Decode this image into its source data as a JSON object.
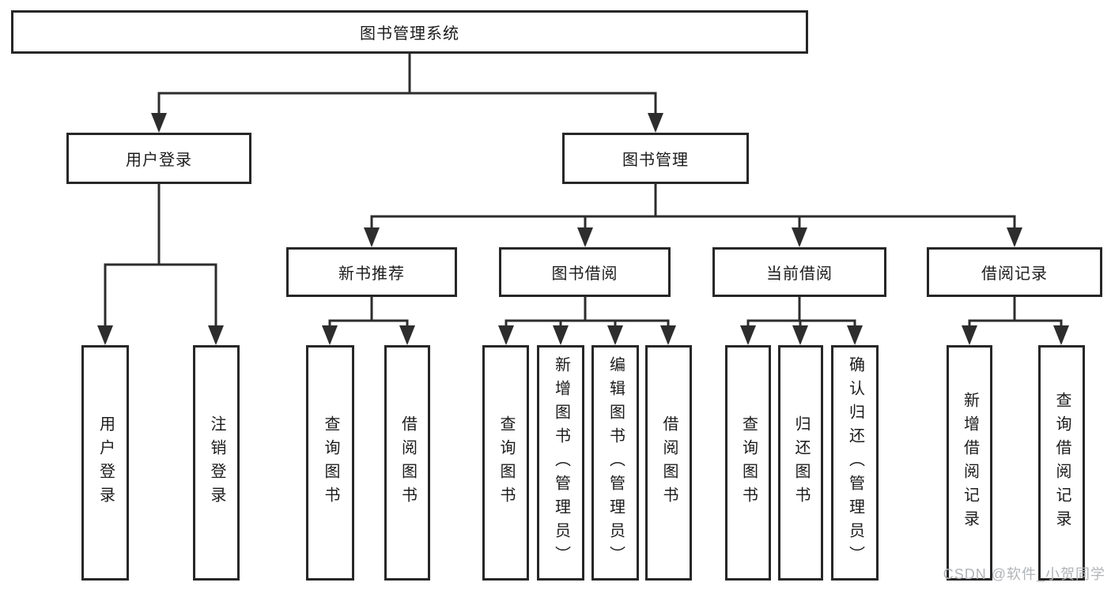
{
  "watermark": "CSDN @软件_小贺同学",
  "colors": {
    "line": "#2d2d2d",
    "border": "#272727",
    "text": "#1b1b1b",
    "watermark": "#b1b4b8",
    "background": "#ffffff"
  },
  "tree": {
    "label": "图书管理系统",
    "children": [
      {
        "label": "用户登录",
        "children": [
          {
            "label": "用户登录"
          },
          {
            "label": "注销登录"
          }
        ]
      },
      {
        "label": "图书管理",
        "children": [
          {
            "label": "新书推荐",
            "children": [
              {
                "label": "查询图书"
              },
              {
                "label": "借阅图书"
              }
            ]
          },
          {
            "label": "图书借阅",
            "children": [
              {
                "label": "查询图书"
              },
              {
                "label": "新增图书（管理员）"
              },
              {
                "label": "编辑图书（管理员）"
              },
              {
                "label": "借阅图书"
              }
            ]
          },
          {
            "label": "当前借阅",
            "children": [
              {
                "label": "查询图书"
              },
              {
                "label": "归还图书"
              },
              {
                "label": "确认归还（管理员）"
              }
            ]
          },
          {
            "label": "借阅记录",
            "children": [
              {
                "label": "新增借阅记录"
              },
              {
                "label": "查询借阅记录"
              }
            ]
          }
        ]
      }
    ]
  }
}
